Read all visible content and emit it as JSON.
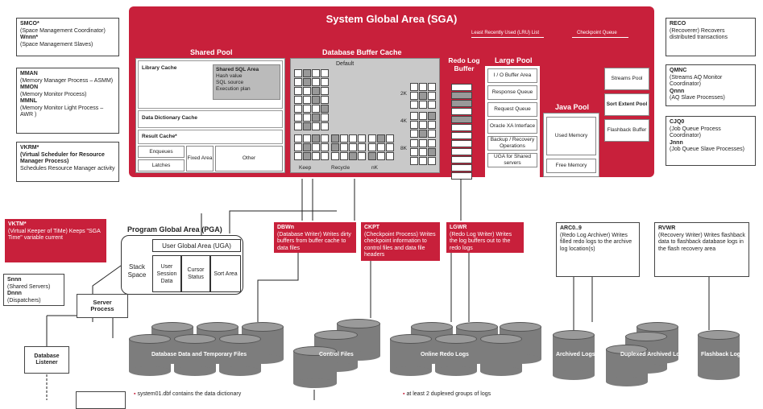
{
  "sga": {
    "title": "System Global Area (SGA)",
    "lru_list": "Least Recently Used (LRU) List",
    "checkpoint_queue": "Checkpoint Queue",
    "shared_pool": {
      "title": "Shared Pool",
      "library_cache": "Library Cache",
      "shared_sql_title": "Shared SQL Area",
      "shared_sql_items": [
        "Hash value",
        "SQL source",
        "Execution plan"
      ],
      "data_dictionary_cache": "Data Dictionary Cache",
      "result_cache": "Result Cache*",
      "enqueues": "Enqueues",
      "latches": "Latches",
      "fixed_area": "Fixed Area",
      "other": "Other"
    },
    "buffer_cache": {
      "title": "Database Buffer Cache",
      "default": "Default",
      "keep": "Keep",
      "recycle": "Recycle",
      "nk": "nK",
      "sizes": [
        "2K",
        "4K",
        "8K"
      ]
    },
    "redo_log_buffer": "Redo Log Buffer",
    "large_pool": {
      "title": "Large Pool",
      "items": [
        "I / O Buffer Area",
        "Response Queue",
        "Request Queue",
        "Oracle XA Interface",
        "Backup / Recovery Operations",
        "UGA for Shared servers"
      ]
    },
    "java_pool": {
      "title": "Java Pool",
      "used": "Used Memory",
      "free": "Free Memory"
    },
    "streams_pool": "Streams Pool",
    "sort_extent_pool": "Sort Extent Pool",
    "flashback_buffer": "Flashback Buffer"
  },
  "left_notes": {
    "smco": {
      "name": "SMCO*",
      "desc": "(Space Management Coordinator)",
      "name2": "Wnnn*",
      "desc2": "(Space Management Slaves)"
    },
    "mman": {
      "name": "MMAN",
      "desc": "(Memory Manager Process – ASMM)",
      "name2": "MMON",
      "desc2": "(Memory Monitor Process)",
      "name3": "MMNL",
      "desc3": "(Memory Monitor Light Process – AWR )"
    },
    "vkrm": {
      "name": "VKRM*",
      "desc": "(Virtual Scheduler for Resource Manager Process)",
      "desc2": "Schedules Resource Manager activity"
    },
    "vktm": {
      "name": "VKTM*",
      "desc": "(Virtual Keeper of TiMe) Keeps \"SGA Time\" variable current"
    },
    "snnn": {
      "name": "Snnn",
      "desc": "(Shared Servers)",
      "name2": "Dnnn",
      "desc2": "(Dispatchers)"
    }
  },
  "right_notes": {
    "reco": {
      "name": "RECO",
      "desc": "(Recoverer) Recovers distributed transactions"
    },
    "qmnc": {
      "name": "QMNC",
      "desc": "(Streams AQ Monitor Coordinator)",
      "name2": "Qnnn",
      "desc2": "(AQ Slave Processes)"
    },
    "cjq0": {
      "name": "CJQ0",
      "desc": "(Job Queue Process Coordinator)",
      "name2": "Jnnn",
      "desc2": "(Job Queue Slave Processes)"
    }
  },
  "pga": {
    "title": "Program Global Area (PGA)",
    "uga": "User Global Area (UGA)",
    "stack_space": "Stack Space",
    "user_session_data": "User Session Data",
    "cursor_status": "Cursor Status",
    "sort_area": "Sort Area"
  },
  "processes": {
    "dbwn": {
      "name": "DBWn",
      "desc": "(Database Writer) Writes dirty buffers from buffer cache to data files"
    },
    "ckpt": {
      "name": "CKPT",
      "desc": "(Checkpoint Process) Writes checkpoint information to control files and data file headers"
    },
    "lgwr": {
      "name": "LGWR",
      "desc": "(Redo Log Writer) Writes the log buffers out to the redo logs"
    },
    "arcn": {
      "name": "ARC0..9",
      "desc": "(Redo Log Archiver) Writes filled redo logs to the archive log location(s)"
    },
    "rvwr": {
      "name": "RVWR",
      "desc": "(Recovery Writer) Writes flashback data to flashback database logs in the flash recovery area"
    }
  },
  "server_process": "Server Process",
  "database_listener": "Database Listener",
  "files": {
    "data": "Database Data and Temporary Files",
    "control": "Control Files",
    "redo": "Online Redo Logs",
    "archived": "Archived Logs",
    "dup_archived": "Duplexed Archived Logs",
    "flashback": "Flashback Logs"
  },
  "footnotes": {
    "f1": "system01.dbf contains the data dictionary",
    "f2": "at least 2 duplexed groups of logs"
  }
}
